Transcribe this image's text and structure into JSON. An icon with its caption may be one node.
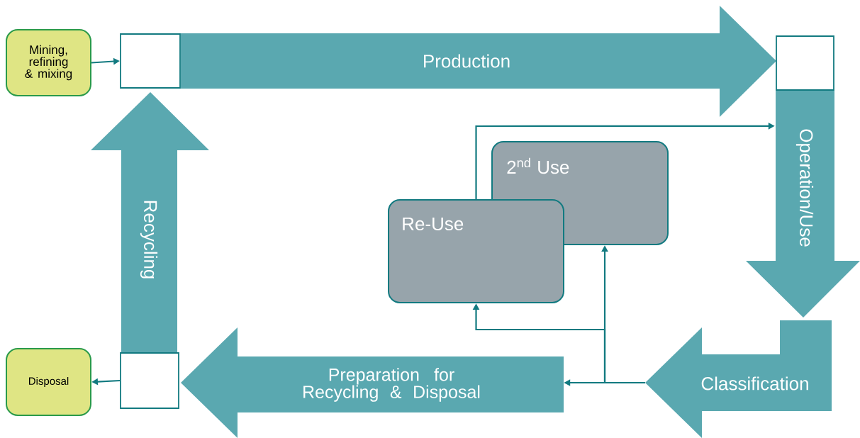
{
  "diagram": {
    "nodes": [
      {
        "text": [
          "Mining, refining & mixing"
        ]
      },
      {
        "text": [],
        "shape": "box"
      },
      {
        "text": [
          "Production"
        ]
      },
      {
        "text": [],
        "shape": "box"
      },
      {
        "text": [
          "Operation/Use"
        ]
      },
      {
        "text": [
          "Classification"
        ]
      },
      {
        "text": [
          "Preparation for Recycling & Disposal"
        ]
      },
      {
        "text": [],
        "shape": "box"
      },
      {
        "text": [
          "Disposal"
        ]
      },
      {
        "text": [
          "Recycling"
        ]
      },
      {
        "text": [
          "2$^{nd}$ Use"
        ]
      },
      {
        "text": [
          "Re-Use"
        ]
      }
    ],
    "edges": [
      {
        "from": 0,
        "to": 1,
        "arrow": "to"
      },
      {
        "from": 7,
        "to": 8,
        "arrow": "to"
      },
      {
        "from": 5,
        "to": 6,
        "arrow": "to"
      },
      {
        "from": 5,
        "to": 10,
        "arrow": "to"
      },
      {
        "from": 5,
        "to": 11,
        "arrow": "to"
      },
      {
        "from": 11,
        "to": 4,
        "arrow": "to"
      }
    ]
  }
}
